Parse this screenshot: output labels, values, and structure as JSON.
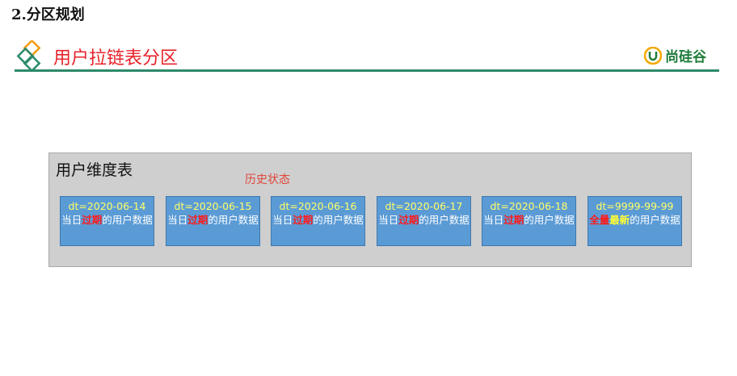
{
  "heading": "2.分区规划",
  "slide": {
    "title": "用户拉链表分区",
    "brand": "尚硅谷",
    "colors": {
      "title": "#e8222a",
      "rule": "#2d8a6b",
      "box": "#5b9bd5",
      "highlight": "#ff1a1a",
      "dt": "#ffff66"
    }
  },
  "panel": {
    "title": "用户维度表",
    "note": "历史状态",
    "boxes": [
      {
        "dt": "dt=2020-06-14",
        "pre": "当日",
        "emph": "过期",
        "post": "的用户数据"
      },
      {
        "dt": "dt=2020-06-15",
        "pre": "当日",
        "emph": "过期",
        "post": "的用户数据"
      },
      {
        "dt": "dt=2020-06-16",
        "pre": "当日",
        "emph": "过期",
        "post": "的用户数据"
      },
      {
        "dt": "dt=2020-06-17",
        "pre": "当日",
        "emph": "过期",
        "post": "的用户数据"
      },
      {
        "dt": "dt=2020-06-18",
        "pre": "当日",
        "emph": "过期",
        "post": "的用户数据"
      },
      {
        "dt": "dt=9999-99-99",
        "pre": "",
        "emph_red": "全量",
        "emph_yellow": "最新",
        "post": "的用户数据"
      }
    ]
  }
}
